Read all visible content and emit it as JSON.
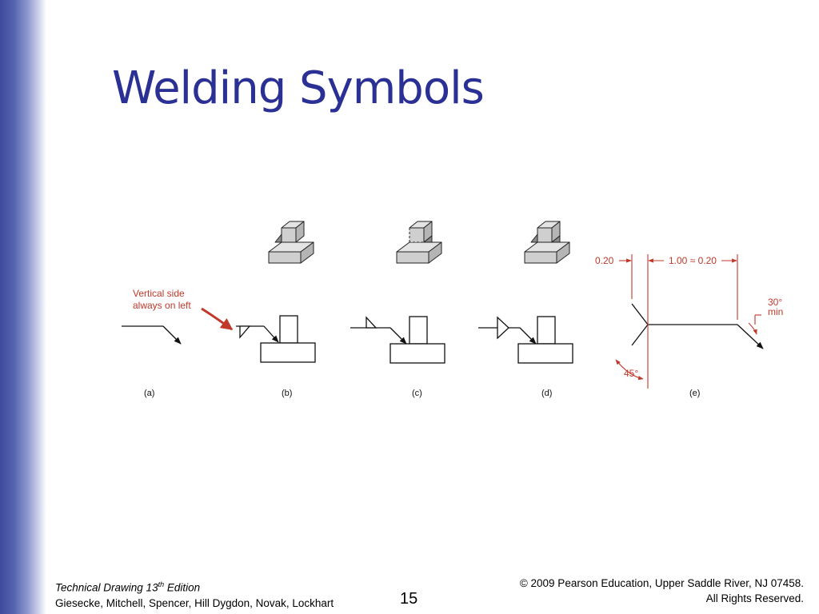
{
  "slide": {
    "title": "Welding Symbols",
    "page_number": "15"
  },
  "figure": {
    "callout": {
      "line1": "Vertical side",
      "line2": "always on left"
    },
    "captions": [
      "(a)",
      "(b)",
      "(c)",
      "(d)",
      "(e)"
    ],
    "dimensions": {
      "left_offset": "0.20",
      "span": "1.00 ≈ 0.20",
      "angle_tail": "30°",
      "angle_tail_min": "min",
      "angle_arrow": "45°"
    }
  },
  "footer": {
    "book_title": "Technical Drawing  13",
    "edition_sup": "th",
    "edition_suffix": " Edition",
    "authors": "Giesecke, Mitchell, Spencer, Hill Dygdon, Novak, Lockhart",
    "copyright": "© 2009 Pearson Education, Upper Saddle River, NJ 07458.",
    "rights": "All Rights Reserved."
  },
  "colors": {
    "title": "#2b3094",
    "sidebar": "#3d4a9c",
    "dimension_red": "#c0392b",
    "weld_gray": "#a8a8a8"
  }
}
